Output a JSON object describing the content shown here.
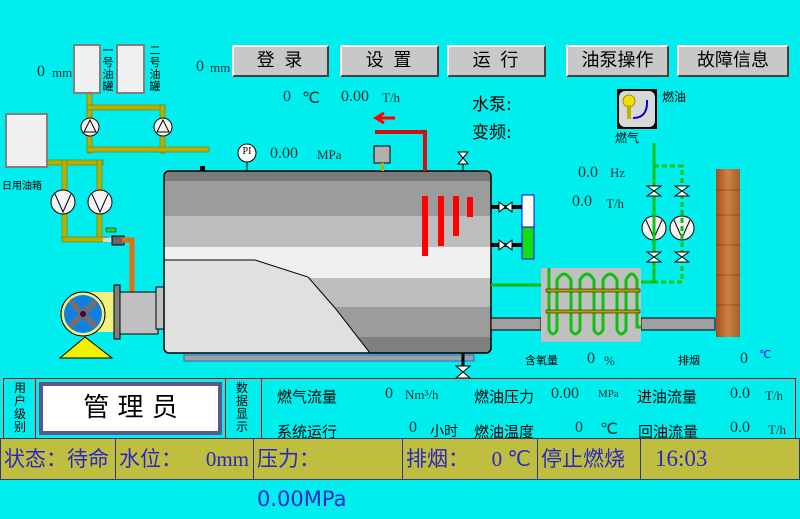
{
  "toolbar": {
    "login": "登 录",
    "settings": "设 置",
    "run": "运 行",
    "pump_ops": "油泵操作",
    "fault_info": "故障信息"
  },
  "tanks": {
    "tank1_level": "0",
    "tank1_unit": "mm",
    "tank1_label": "一号油罐",
    "tank2_label": "二号油罐",
    "tank3_level": "0",
    "tank3_unit": "mm",
    "daily_tank_label": "日用油箱"
  },
  "top_readouts": {
    "temp_value": "0",
    "temp_unit": "℃",
    "flow_value": "0.00",
    "flow_unit": "T/h",
    "water_pump_label": "水泵:",
    "vfd_label": "变频:"
  },
  "fuel_switch": {
    "oil_label": "燃油",
    "gas_label": "燃气"
  },
  "boiler": {
    "gauge_label": "PI",
    "pressure_value": "0.00",
    "pressure_unit": "MPa",
    "water_level_percent": 55
  },
  "feed": {
    "hz_value": "0.0",
    "hz_unit": "Hz",
    "flow_value": "0.0",
    "flow_unit": "T/h"
  },
  "economizer": {
    "oxygen_label": "含氧量",
    "oxygen_value": "0",
    "oxygen_unit": "%",
    "exhaust_label": "排烟",
    "exhaust_value": "0",
    "exhaust_unit": "℃"
  },
  "panel": {
    "user_level_label": "用户级别",
    "user_level": "管 理 员",
    "data_display_label": "数据显示",
    "rows": [
      [
        {
          "label": "燃气流量",
          "value": "0",
          "unit": "Nm³/h"
        },
        {
          "label": "燃油压力",
          "value": "0.00",
          "unit": "MPa"
        },
        {
          "label": "进油流量",
          "value": "0.0",
          "unit": "T/h"
        }
      ],
      [
        {
          "label": "系统运行",
          "value": "0",
          "unit": "小时"
        },
        {
          "label": "燃油温度",
          "value": "0",
          "unit": "℃"
        },
        {
          "label": "回油流量",
          "value": "0.0",
          "unit": "T/h"
        }
      ]
    ]
  },
  "status_bar": {
    "state": "状态：待命",
    "water_level": "水位：",
    "water_level_value": "0mm",
    "pressure": "压力：0.00MPa",
    "exhaust": "排烟：",
    "exhaust_value": "0 ℃",
    "burn_state": "停止燃烧",
    "time": "16:03"
  },
  "colors": {
    "background": "#00eeee",
    "status_bar": "#c0be3e",
    "status_text": "#2828c8",
    "oil_pipe": "#b8b000",
    "water_pipe": "#10c010",
    "flame": "#ff0000"
  }
}
